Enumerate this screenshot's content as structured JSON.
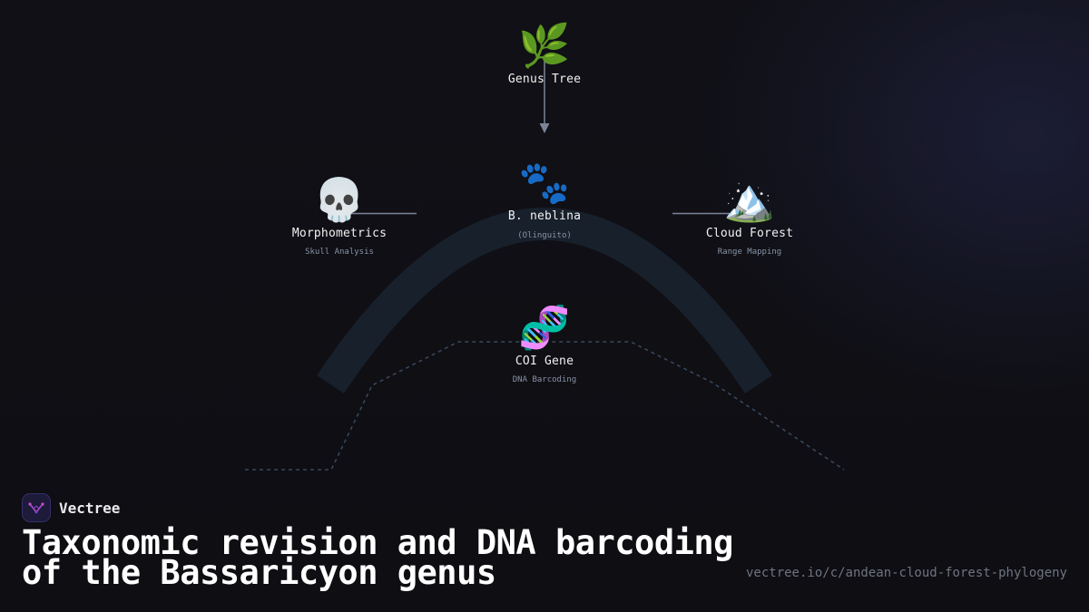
{
  "diagram": {
    "nodes": {
      "genus": {
        "icon": "🌿",
        "icon_name": "herb-leaf-icon",
        "label": "Genus Tree"
      },
      "species": {
        "icon": "🐾",
        "icon_name": "paw-prints-icon",
        "label": "B. neblina",
        "sub": "(Olinguito)"
      },
      "morpho": {
        "icon": "💀",
        "icon_name": "skull-icon",
        "label": "Morphometrics",
        "sub": "Skull Analysis"
      },
      "forest": {
        "icon": "🏔️",
        "icon_name": "snow-mountain-icon",
        "label": "Cloud Forest",
        "sub": "Range Mapping"
      },
      "gene": {
        "icon": "🧬",
        "icon_name": "dna-helix-icon",
        "label": "COI Gene",
        "sub": "DNA Barcoding"
      }
    },
    "colors": {
      "connector": "#7c8596",
      "arc": "#18202c",
      "dashed_path": "#3a4a5e"
    }
  },
  "footer": {
    "brand_name": "Vectree",
    "brand_icon": "vectree-logo-icon",
    "title_line1": "Taxonomic revision and DNA barcoding",
    "title_line2": "of the Bassaricyon genus",
    "url": "vectree.io/c/andean-cloud-forest-phylogeny"
  }
}
